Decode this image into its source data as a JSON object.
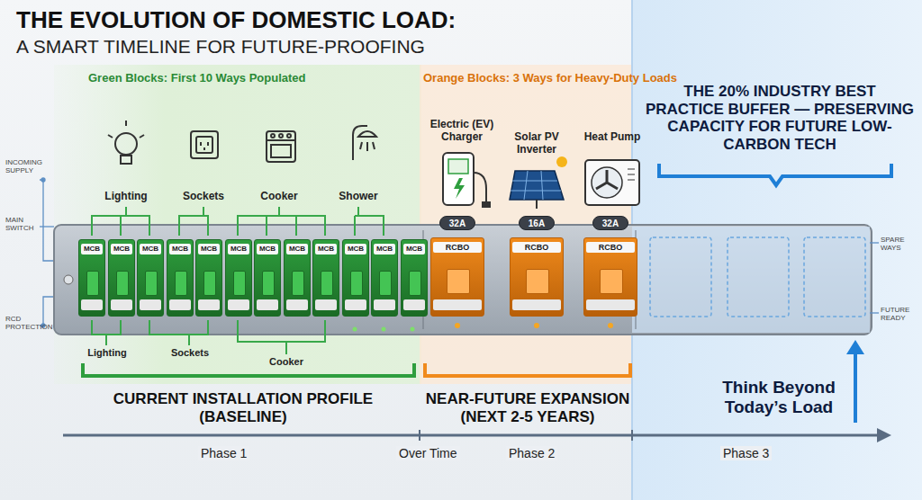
{
  "diagram": {
    "title": "THE EVOLUTION OF DOMESTIC LOAD:",
    "nodes": [
      {
        "text": [
          "32A"
        ]
      },
      {
        "text": [
          "16A"
        ]
      },
      {
        "text": [
          "32A"
        ]
      },
      {
        "text": [
          "MCB"
        ]
      },
      {
        "text": [
          "MCB"
        ]
      },
      {
        "text": [
          "MCB"
        ]
      },
      {
        "text": [
          "MCB"
        ]
      },
      {
        "text": [
          "MCB"
        ]
      },
      {
        "text": [
          "MCB"
        ]
      },
      {
        "text": [
          "MCB"
        ]
      },
      {
        "text": [
          "MCB"
        ]
      },
      {
        "text": [
          "MCB"
        ]
      },
      {
        "text": [
          "MCB"
        ]
      },
      {
        "text": [
          "MCB"
        ]
      },
      {
        "text": [
          "MCB"
        ]
      },
      {
        "text": [
          "RCBO"
        ]
      },
      {
        "text": [
          "RCBO"
        ]
      },
      {
        "text": [
          "RCBO"
        ]
      }
    ],
    "labels": [
      "A SMART TIMELINE FOR FUTURE-PROOFING",
      "Green Blocks: First 10 Ways Populated",
      "Orange Blocks: 3 Ways for Heavy-Duty Loads",
      "THE 20% INDUSTRY BEST PRACTICE BUFFER — PRESERVING CAPACITY FOR FUTURE LOW-CARBON TECH",
      "Lighting",
      "Sockets",
      "Cooker",
      "Shower",
      "Electric (EV) Charger",
      "Solar PV Inverter",
      "Heat Pump",
      "INCOMING SUPPLY",
      "MAIN SWITCH",
      "RCD PROTECTION",
      "Lighting",
      "Sockets",
      "Cooker",
      "SPARE WAYS",
      "FUTURE READY",
      "CURRENT INSTALLATION PROFILE (BASELINE)",
      "NEAR-FUTURE EXPANSION (NEXT 2-5 YEARS)",
      "Think Beyond Today’s Load",
      "Phase 1",
      "Over Time",
      "Phase 2",
      "Phase 3"
    ]
  }
}
